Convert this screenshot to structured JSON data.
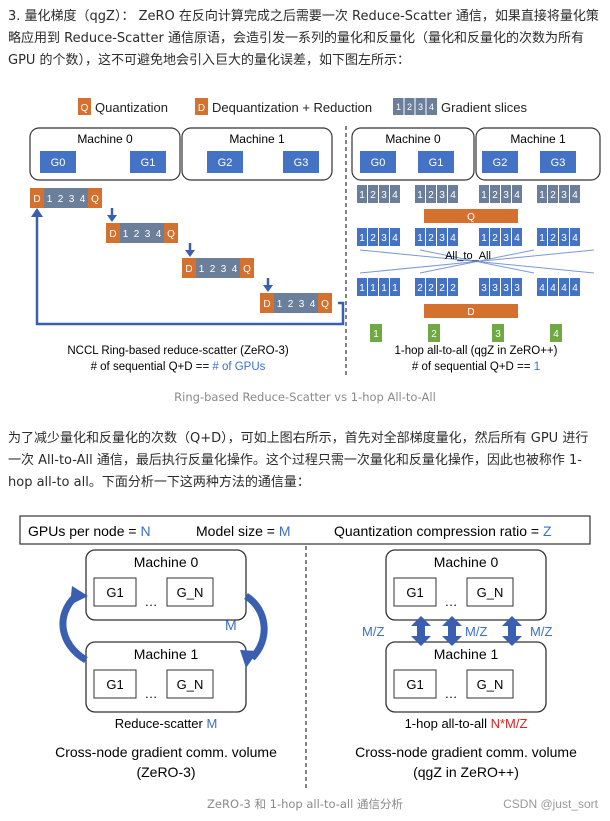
{
  "para1": "3. 量化梯度（qgZ）： ZeRO 在反向计算完成之后需要一次 Reduce-Scatter 通信，如果直接将量化策略应用到 Reduce-Scatter 通信原语，会造引发一系列的量化和反量化（量化和反量化的次数为所有 GPU 的个数），这不可避免地会引入巨大的量化误差，如下图左所示：",
  "fig1": {
    "legend": {
      "q": "Quantization",
      "d": "Dequantization + Reduction",
      "slices": "Gradient slices"
    },
    "machine0": "Machine 0",
    "machine1": "Machine 1",
    "gpus": [
      "G0",
      "G1",
      "G2",
      "G3"
    ],
    "left_caption_l1": "NCCL Ring-based reduce-scatter (ZeRO-3)",
    "left_caption_l2a": "# of sequential Q+D == ",
    "left_caption_l2b": "# of GPUs",
    "right_caption_l1": "1-hop all-to-all (qgZ in ZeRO++)",
    "right_caption_l2a": "# of sequential Q+D == ",
    "right_caption_l2b": "1",
    "all_to_all": "All_to_All",
    "q": "Q",
    "d": "D",
    "slice_nums": [
      "1",
      "2",
      "3",
      "4"
    ],
    "caption": "Ring-based Reduce-Scatter vs 1-hop All-to-All"
  },
  "para2": "为了减少量化和反量化的次数（Q+D），可如上图右所示，首先对全部梯度量化，然后所有 GPU 进行一次 All-to-All 通信，最后执行反量化操作。这个过程只需一次量化和反量化操作，因此也被称作 1-hop all-to all。下面分析一下这两种方法的通信量：",
  "fig2": {
    "header_a": "GPUs per node = ",
    "header_a_v": "N",
    "header_b": "Model size = ",
    "header_b_v": "M",
    "header_c": "Quantization compression ratio = ",
    "header_c_v": "Z",
    "machine0": "Machine 0",
    "machine1": "Machine 1",
    "g1": "G1",
    "gn": "G_N",
    "dots": "…",
    "m": "M",
    "mz": "M/Z",
    "left_t1a": "Reduce-scatter ",
    "left_t1b": "M",
    "left_t2": "Cross-node gradient comm. volume",
    "left_t3": "(ZeRO-3)",
    "right_t1a": "1-hop all-to-all ",
    "right_t1b": "N*M/Z",
    "right_t2": "Cross-node gradient comm. volume",
    "right_t3": "(qgZ in ZeRO++)",
    "caption": "ZeRO-3 和 1-hop all-to-all 通信分析"
  },
  "watermark": "CSDN @just_sort",
  "colors": {
    "orange": "#d4712f",
    "blue": "#4472c4",
    "slice": "#6b7f9a",
    "green": "#70a843",
    "red": "#e02020"
  }
}
